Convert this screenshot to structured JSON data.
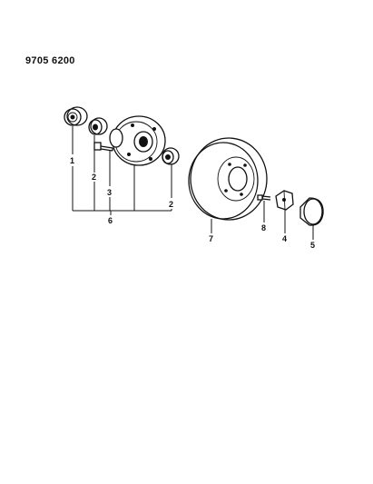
{
  "document_code": "9705 6200",
  "callouts": {
    "p1": "1",
    "p2a": "2",
    "p3": "3",
    "p2b": "2",
    "p6": "6",
    "p7": "7",
    "p8": "8",
    "p4": "4",
    "p5": "5"
  },
  "colors": {
    "ink": "#111111",
    "paper": "#ffffff"
  }
}
